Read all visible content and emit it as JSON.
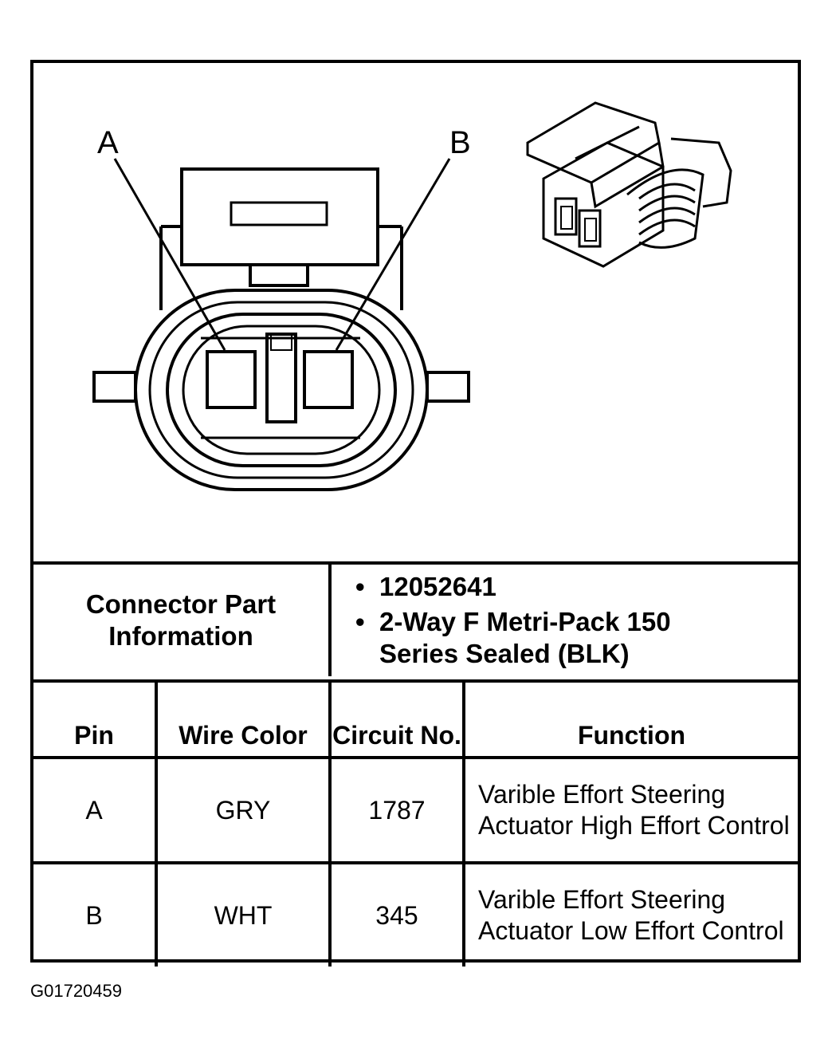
{
  "connector": {
    "pin_labels": [
      "A",
      "B"
    ]
  },
  "part_info": {
    "label": "Connector Part Information",
    "items": [
      "12052641",
      "2-Way F Metri-Pack 150 Series Sealed (BLK)"
    ]
  },
  "table": {
    "headers": {
      "pin": "Pin",
      "wire_color": "Wire Color",
      "circuit": "Circuit No.",
      "function": "Function"
    },
    "rows": [
      {
        "pin": "A",
        "wire_color": "GRY",
        "circuit": "1787",
        "function": "Varible Effort Steering Actuator High Effort Control"
      },
      {
        "pin": "B",
        "wire_color": "WHT",
        "circuit": "345",
        "function": "Varible Effort Steering Actuator Low Effort Control"
      }
    ]
  },
  "figure_id": "G01720459"
}
